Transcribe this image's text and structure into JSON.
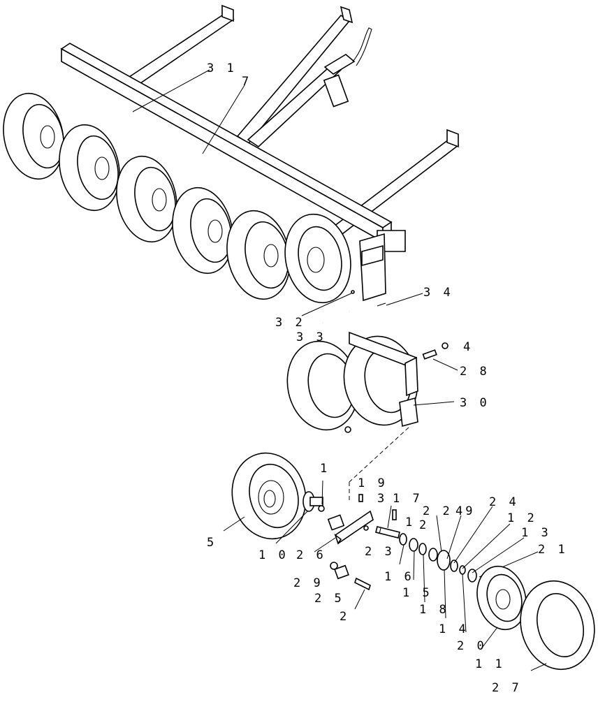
{
  "diagram": {
    "callouts": [
      {
        "id": "c31",
        "text": "3 1"
      },
      {
        "id": "c7",
        "text": "7"
      },
      {
        "id": "c34",
        "text": "3 4"
      },
      {
        "id": "c32",
        "text": "3 2"
      },
      {
        "id": "c33",
        "text": "3 3"
      },
      {
        "id": "c4",
        "text": "4"
      },
      {
        "id": "c28",
        "text": "2 8"
      },
      {
        "id": "c30",
        "text": "3 0"
      },
      {
        "id": "c1",
        "text": "1"
      },
      {
        "id": "c19",
        "text": "1 9"
      },
      {
        "id": "c3",
        "text": "3"
      },
      {
        "id": "c17",
        "text": "1 7"
      },
      {
        "id": "c22",
        "text": "2 2"
      },
      {
        "id": "c2b",
        "text": "2"
      },
      {
        "id": "c49",
        "text": "49"
      },
      {
        "id": "c24",
        "text": "2 4"
      },
      {
        "id": "c12",
        "text": "1 2"
      },
      {
        "id": "c13",
        "text": "1 3"
      },
      {
        "id": "c21",
        "text": "2 1"
      },
      {
        "id": "c1b",
        "text": "1"
      },
      {
        "id": "c5",
        "text": "5"
      },
      {
        "id": "c10",
        "text": "1 0"
      },
      {
        "id": "c26",
        "text": "2 6"
      },
      {
        "id": "c23",
        "text": "2 3"
      },
      {
        "id": "c16",
        "text": "1 6"
      },
      {
        "id": "c15",
        "text": "1 5"
      },
      {
        "id": "c18",
        "text": "1 8"
      },
      {
        "id": "c14",
        "text": "1 4"
      },
      {
        "id": "c20",
        "text": "2 0"
      },
      {
        "id": "c11",
        "text": "1 1"
      },
      {
        "id": "c27",
        "text": "2 7"
      },
      {
        "id": "c29",
        "text": "2 9"
      },
      {
        "id": "c25",
        "text": "2 5"
      },
      {
        "id": "c2",
        "text": "2"
      }
    ]
  }
}
